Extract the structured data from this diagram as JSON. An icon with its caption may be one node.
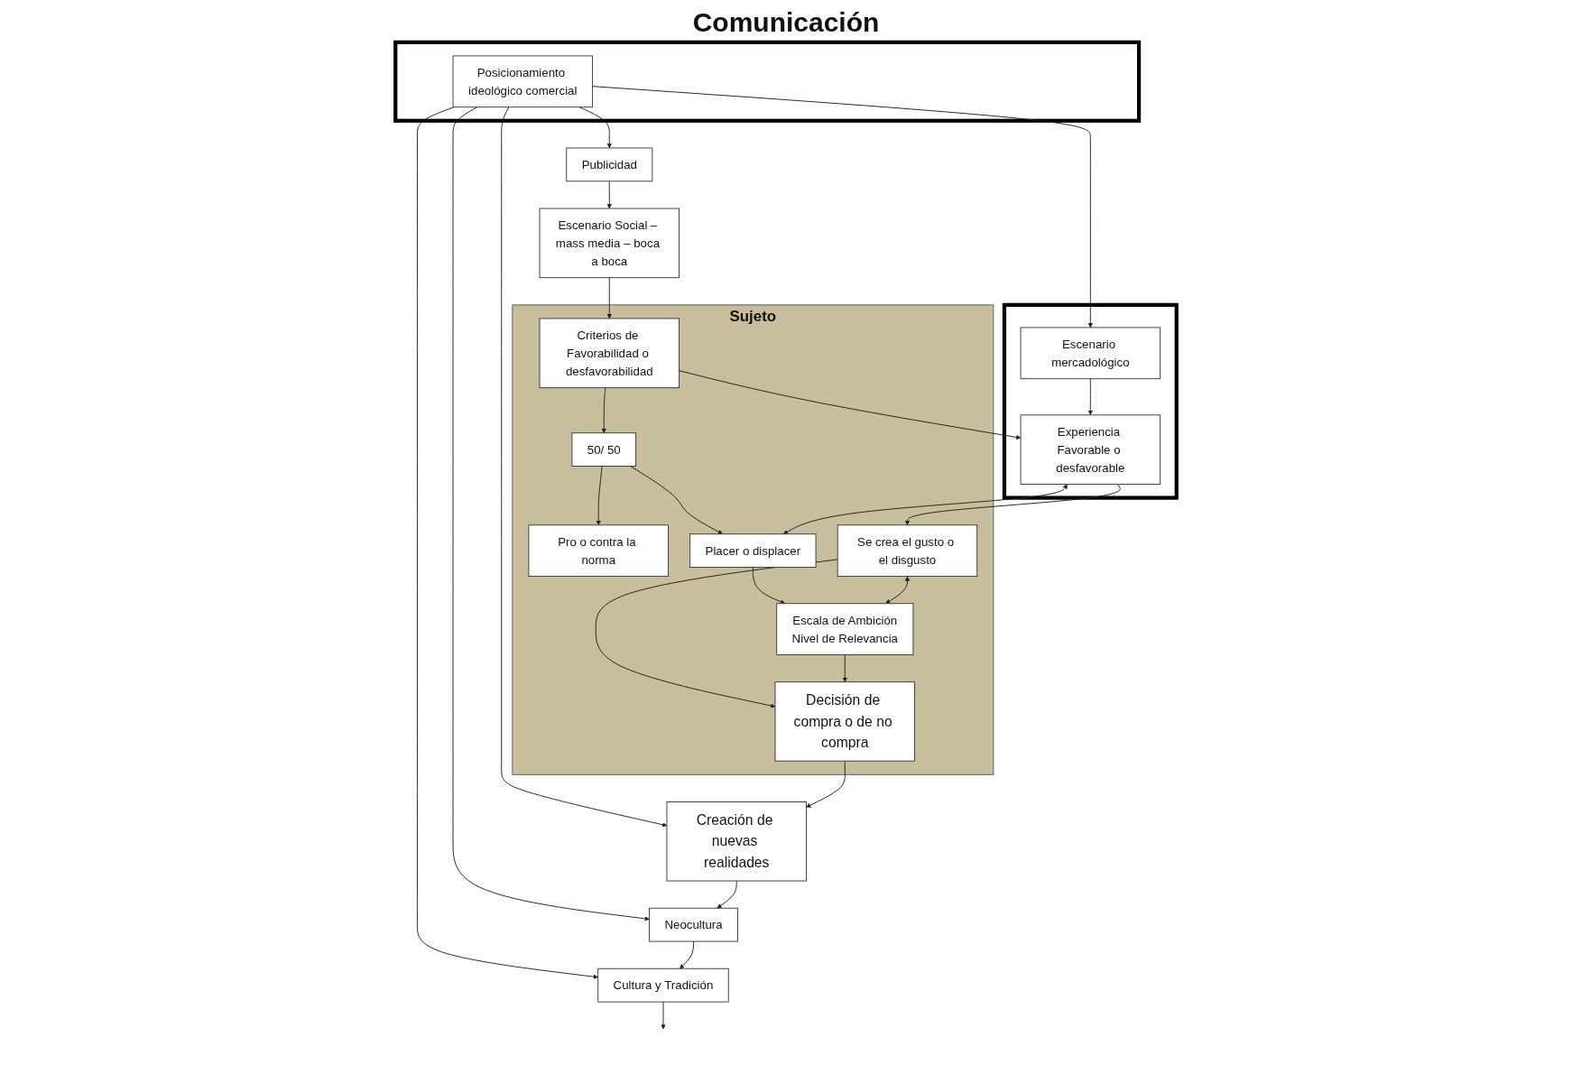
{
  "diagram": {
    "nodes": [
      {
        "text": [
          "Escenario Social – mass media – boca a boca"
        ]
      },
      {
        "text": [
          "Sujeto"
        ]
      },
      {
        "text": [
          "Criterios de Favorabilidad o desfavorabilidad"
        ],
        "in": 1
      },
      {
        "text": [
          "50/ 50"
        ],
        "in": 1
      },
      {
        "text": [
          "Pro o contra la norma"
        ],
        "in": 1
      },
      {
        "text": [
          "Publicidad"
        ]
      },
      {
        "text": [],
        "shape": "box"
      },
      {
        "text": [
          "Cultura y Tradición"
        ]
      },
      {
        "text": [
          "Posicionamiento ideológico comercial"
        ],
        "in": 6
      },
      {
        "text": [],
        "shape": "box"
      },
      {
        "text": [
          "Escenario mercadológico"
        ],
        "in": 9
      },
      {
        "text": [
          "Experiencia Favorable o desfavorable"
        ],
        "in": 9
      },
      {
        "text": [
          "Placer o displacer"
        ],
        "in": 1
      },
      {
        "text": [
          "Neocultura"
        ]
      },
      {
        "text": [
          "Se crea el gusto o el disgusto"
        ],
        "in": 1
      },
      {
        "text": [
          "Escala de Ambición",
          "Nivel de Relevancia"
        ],
        "in": 1
      },
      {
        "text": [
          "Creación de nuevas realidades"
        ]
      },
      {
        "text": [
          "Decisión de compra o de no compra"
        ],
        "in": 1
      }
    ],
    "edges": [
      {
        "from": 0,
        "to": 2,
        "arrow": "to"
      },
      {
        "from": 5,
        "to": 0,
        "arrow": "to"
      },
      {
        "from": 8,
        "to": 5,
        "arrow": "to"
      },
      {
        "from": 8,
        "to": 7,
        "arrow": "to"
      },
      {
        "from": 8,
        "to": 10,
        "arrow": "to"
      },
      {
        "from": 8,
        "to": 13,
        "arrow": "to"
      },
      {
        "from": 8,
        "to": 16,
        "arrow": "to"
      },
      {
        "from": 7,
        "to": null,
        "arrow": "to"
      },
      {
        "from": 13,
        "to": 7,
        "arrow": "to"
      },
      {
        "from": 16,
        "to": 13,
        "arrow": "to"
      },
      {
        "from": 17,
        "to": 16,
        "arrow": "to"
      },
      {
        "from": 10,
        "to": 11,
        "arrow": "to"
      },
      {
        "from": 2,
        "to": 11,
        "arrow": "to"
      },
      {
        "from": 2,
        "to": 3,
        "arrow": "to"
      },
      {
        "from": 3,
        "to": 4,
        "arrow": "to"
      },
      {
        "from": 3,
        "to": 12,
        "arrow": "to"
      },
      {
        "from": 11,
        "to": 12,
        "arrow": "both"
      },
      {
        "from": 11,
        "to": 14,
        "arrow": "to"
      },
      {
        "from": 12,
        "to": 15,
        "arrow": "to"
      },
      {
        "from": 14,
        "to": 15,
        "arrow": "both"
      },
      {
        "from": 14,
        "to": 17,
        "arrow": "to"
      },
      {
        "from": 15,
        "to": 17,
        "arrow": "to"
      }
    ],
    "labels": [
      "Comunicación"
    ]
  }
}
